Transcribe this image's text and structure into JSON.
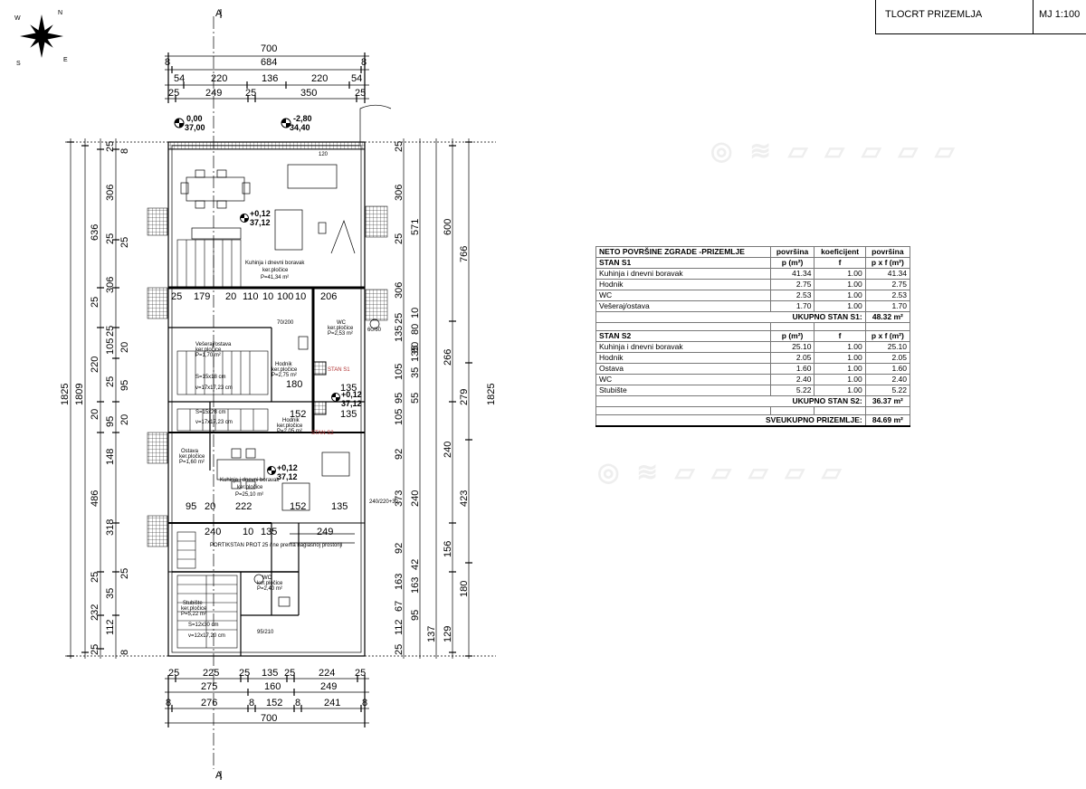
{
  "title_block": {
    "sheet_title": "TLOCRT PRIZEMLJA",
    "scale": "MJ 1:100"
  },
  "plan": {
    "section_mark": "A",
    "compass_letters": {
      "n": "N",
      "s": "S",
      "e": "E",
      "w": "W"
    },
    "dims_top": {
      "total": "700",
      "inner": "684",
      "wall_end_1": "8",
      "wall_end_2": "8",
      "row2": [
        "54",
        "220",
        "136",
        "220",
        "54"
      ],
      "row3": [
        "25",
        "249",
        "25",
        "350",
        "25"
      ]
    },
    "dims_bottom": {
      "row1": [
        "25",
        "225",
        "25",
        "135",
        "25",
        "224",
        "25"
      ],
      "row2": [
        "275",
        "160",
        "249"
      ],
      "row3": [
        "8",
        "276",
        "8",
        "152",
        "8",
        "241",
        "8"
      ],
      "total": "700"
    },
    "dims_left": {
      "total_a": "1825",
      "total_b": "1809",
      "col_a": [
        "636",
        "25",
        "220",
        "20",
        "486",
        "25",
        "232",
        "25"
      ],
      "col_b": [
        "25",
        "306",
        "25",
        "306",
        "25",
        "105",
        "25",
        "95",
        "148",
        "318",
        "35",
        "112"
      ],
      "col_c": [
        "8",
        "25",
        "20",
        "95",
        "20",
        "25",
        "8"
      ]
    },
    "dims_right": {
      "total": "1825",
      "col_a": [
        "766",
        "279",
        "423",
        "180"
      ],
      "col_b": [
        "600",
        "266",
        "240",
        "156",
        "129"
      ],
      "col_c": [
        "25",
        "306",
        "25",
        "306",
        "25",
        "10",
        "80",
        "135",
        "105",
        "95",
        "105",
        "92",
        "373",
        "92",
        "163",
        "67",
        "112",
        "25"
      ],
      "col_d": [
        "571",
        "135",
        "80",
        "35",
        "55",
        "240",
        "42",
        "163",
        "95",
        "137"
      ]
    },
    "interior_dims": {
      "row_s1": [
        "25",
        "179",
        "20",
        "110",
        "10",
        "100",
        "10",
        "206"
      ],
      "row_mid": [
        "180",
        "135",
        "152",
        "135"
      ],
      "row_s2": [
        "95",
        "20",
        "222",
        "152",
        "135"
      ],
      "row_lower": [
        "240",
        "10",
        "135",
        "249"
      ]
    },
    "levels": [
      {
        "id": "entry-a",
        "top": "0,00",
        "bottom": "37,00"
      },
      {
        "id": "entry-b",
        "top": "-2,80",
        "bottom": "34,40"
      },
      {
        "id": "s1-living",
        "top": "+0,12",
        "bottom": "37,12"
      },
      {
        "id": "corridor",
        "top": "+0,12",
        "bottom": "37,12"
      },
      {
        "id": "s2-living",
        "top": "+0,12",
        "bottom": "37,12"
      }
    ],
    "rooms": {
      "s1_living": {
        "name": "Kuhinja i dnevni boravak",
        "floor": "ker.pločice",
        "area": "P=41,34 m²"
      },
      "s1_wc": {
        "name": "WC",
        "floor": "ker.pločice",
        "area": "P=2,53 m²"
      },
      "s1_hall": {
        "name": "Hodnik",
        "floor": "ker.pločice",
        "area": "P=2,75 m²"
      },
      "s1_storage": {
        "name": "Vešeraj/ostava",
        "floor": "ker.pločice",
        "area": "P=1,70 m²"
      },
      "s2_living": {
        "name": "Kuhinja i dnevni boravak",
        "floor": "ker.pločice",
        "area": "P=25,10 m²"
      },
      "s2_hall": {
        "name": "Hodnik",
        "floor": "ker.pločice",
        "area": "P=2,05 m²"
      },
      "s2_storage": {
        "name": "Ostava",
        "floor": "ker.pločice",
        "area": "P=1,60 m²"
      },
      "s2_wc": {
        "name": "WC",
        "floor": "ker.pločice",
        "area": "P=2,40 m²"
      },
      "s2_stairs": {
        "name": "Stubište",
        "floor": "ker.pločice",
        "area": "P=5,22 m²"
      }
    },
    "stair_notes": [
      "S=15x18 cm",
      "v=17x17,23 cm",
      "S=15x28 cm",
      "v=17x17,23 cm",
      "S=12x30 cm",
      "v=12x17,20 cm"
    ],
    "apartment_tags": [
      "STAN S1",
      "STAN S2"
    ],
    "window_tags": [
      "70/200",
      "60/60",
      "240/220+30",
      "120",
      "95/210"
    ],
    "misc_note": "PORTIKSTAN PROT 25 / ne prema naglasnoj prostoriji"
  },
  "area_table": {
    "title": "NETO POVRŠINE ZGRADE -PRIZEMLJE",
    "header_cols": [
      "površina",
      "koeficijent",
      "površina"
    ],
    "sections": [
      {
        "name": "STAN S1",
        "subheads": [
          "p (m²)",
          "f",
          "p x f (m²)"
        ],
        "rows": [
          {
            "room": "Kuhinja i dnevni boravak",
            "p": "41.34",
            "f": "1.00",
            "pf": "41.34"
          },
          {
            "room": "Hodnik",
            "p": "2.75",
            "f": "1.00",
            "pf": "2.75"
          },
          {
            "room": "WC",
            "p": "2.53",
            "f": "1.00",
            "pf": "2.53"
          },
          {
            "room": "Vešeraj/ostava",
            "p": "1.70",
            "f": "1.00",
            "pf": "1.70"
          }
        ],
        "total_label": "UKUPNO STAN S1:",
        "total_value": "48.32 m²"
      },
      {
        "name": "STAN S2",
        "subheads": [
          "p (m²)",
          "f",
          "p x f (m²)"
        ],
        "rows": [
          {
            "room": "Kuhinja i dnevni boravak",
            "p": "25.10",
            "f": "1.00",
            "pf": "25.10"
          },
          {
            "room": "Hodnik",
            "p": "2.05",
            "f": "1.00",
            "pf": "2.05"
          },
          {
            "room": "Ostava",
            "p": "1.60",
            "f": "1.00",
            "pf": "1.60"
          },
          {
            "room": "WC",
            "p": "2.40",
            "f": "1.00",
            "pf": "2.40"
          },
          {
            "room": "Stubište",
            "p": "5.22",
            "f": "1.00",
            "pf": "5.22"
          }
        ],
        "total_label": "UKUPNO STAN S2:",
        "total_value": "36.37 m²"
      }
    ],
    "grand_total_label": "SVEUKUPNO PRIZEMLJE:",
    "grand_total_value": "84.69 m²"
  }
}
